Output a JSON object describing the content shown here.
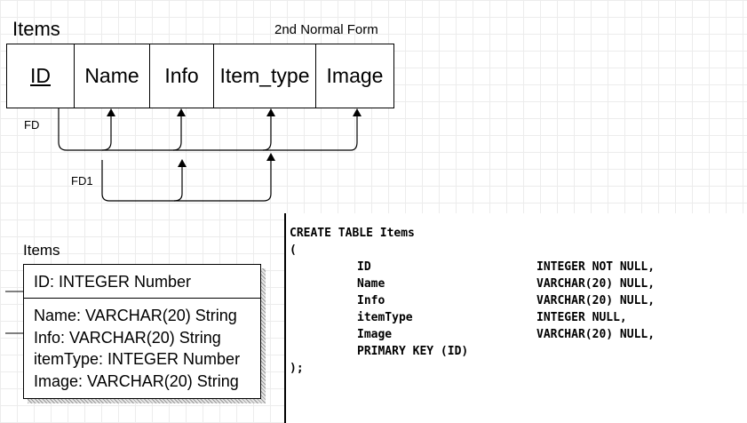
{
  "top_diagram": {
    "title": "Items",
    "normal_form_label": "2nd Normal Form",
    "columns": [
      "ID",
      "Name",
      "Info",
      "Item_type",
      "Image"
    ],
    "fd_label": "FD",
    "fd1_label": "FD1"
  },
  "entity": {
    "title": "Items",
    "primary_key": "ID: INTEGER Number",
    "attributes": [
      "Name: VARCHAR(20) String",
      "Info: VARCHAR(20) String",
      "itemType: INTEGER Number",
      "Image: VARCHAR(20) String"
    ]
  },
  "sql": {
    "header": "CREATE TABLE Items",
    "open_paren": "(",
    "columns": [
      {
        "name": "ID",
        "type": "INTEGER NOT NULL,"
      },
      {
        "name": "Name",
        "type": "VARCHAR(20) NULL,"
      },
      {
        "name": "Info",
        "type": "VARCHAR(20) NULL,"
      },
      {
        "name": "itemType",
        "type": "INTEGER NULL,"
      },
      {
        "name": "Image",
        "type": "VARCHAR(20) NULL,"
      }
    ],
    "primary_key": "PRIMARY KEY (ID)",
    "close": ");"
  }
}
